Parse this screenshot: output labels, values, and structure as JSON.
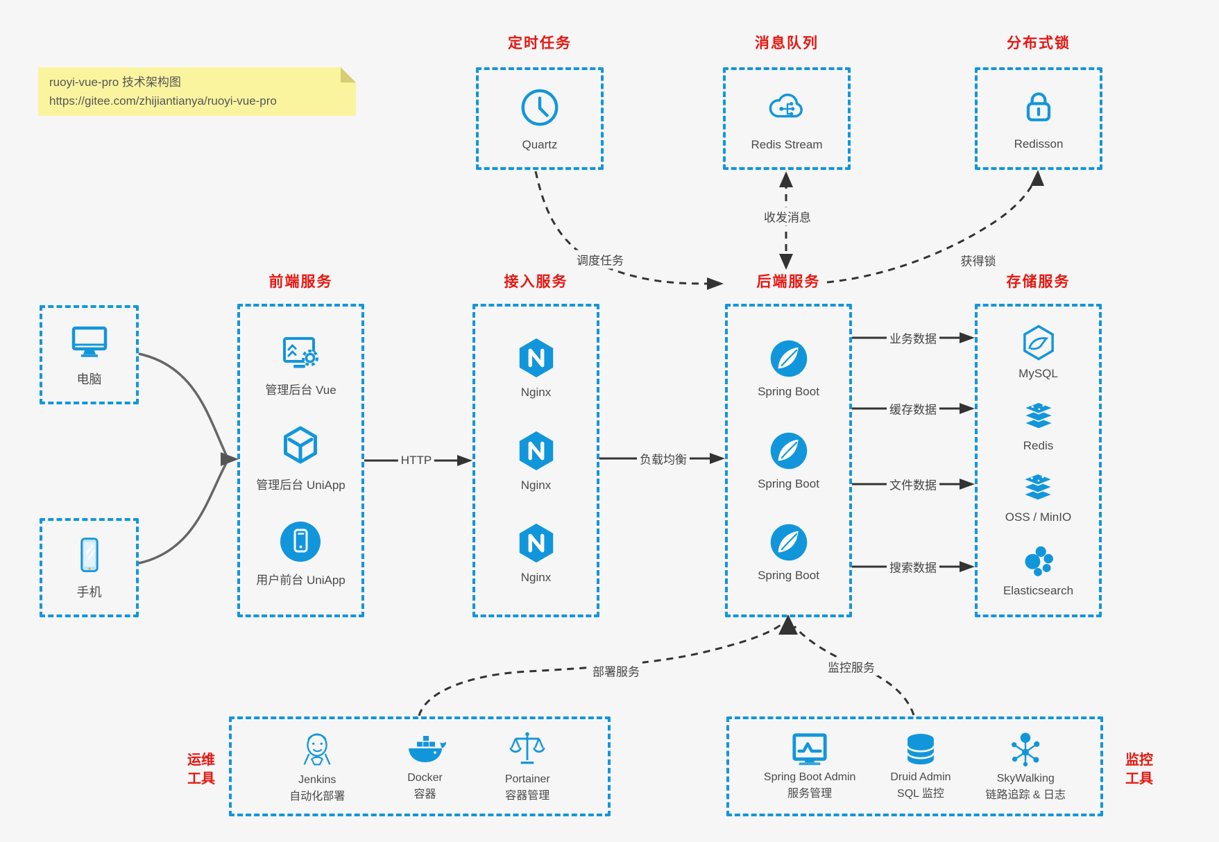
{
  "colors": {
    "accent": "#1296db",
    "title_red": "#e8160f",
    "arrow_dark": "#333333",
    "client_arrow_gray": "#666666",
    "background": "#f6f6f7",
    "note_bg": "#fbf49f"
  },
  "note": {
    "line1": "ruoyi-vue-pro 技术架构图",
    "line2": "https://gitee.com/zhijiantianya/ruoyi-vue-pro"
  },
  "top_groups": [
    {
      "title": "定时任务",
      "item": {
        "icon": "clock-icon",
        "label": "Quartz"
      }
    },
    {
      "title": "消息队列",
      "item": {
        "icon": "cloud-stream-icon",
        "label": "Redis Stream"
      }
    },
    {
      "title": "分布式锁",
      "item": {
        "icon": "lock-icon",
        "label": "Redisson"
      }
    }
  ],
  "clients": [
    {
      "icon": "desktop-icon",
      "label": "电脑"
    },
    {
      "icon": "mobile-icon",
      "label": "手机"
    }
  ],
  "columns": [
    {
      "title": "前端服务",
      "items": [
        {
          "icon": "admin-vue-icon",
          "label": "管理后台 Vue"
        },
        {
          "icon": "uniapp-cube-icon",
          "label": "管理后台 UniApp"
        },
        {
          "icon": "user-app-icon",
          "label": "用户前台 UniApp"
        }
      ]
    },
    {
      "title": "接入服务",
      "items": [
        {
          "icon": "nginx-icon",
          "label": "Nginx"
        },
        {
          "icon": "nginx-icon",
          "label": "Nginx"
        },
        {
          "icon": "nginx-icon",
          "label": "Nginx"
        }
      ]
    },
    {
      "title": "后端服务",
      "items": [
        {
          "icon": "spring-icon",
          "label": "Spring Boot"
        },
        {
          "icon": "spring-icon",
          "label": "Spring Boot"
        },
        {
          "icon": "spring-icon",
          "label": "Spring Boot"
        }
      ]
    },
    {
      "title": "存储服务",
      "items": [
        {
          "icon": "mysql-icon",
          "label": "MySQL"
        },
        {
          "icon": "redis-icon",
          "label": "Redis"
        },
        {
          "icon": "oss-icon",
          "label": "OSS / MinIO"
        },
        {
          "icon": "elasticsearch-icon",
          "label": "Elasticsearch"
        }
      ]
    }
  ],
  "bottom_groups": [
    {
      "title_line1": "运维",
      "title_line2": "工具",
      "items": [
        {
          "icon": "jenkins-icon",
          "name": "Jenkins",
          "desc": "自动化部署"
        },
        {
          "icon": "docker-icon",
          "name": "Docker",
          "desc": "容器"
        },
        {
          "icon": "portainer-icon",
          "name": "Portainer",
          "desc": "容器管理"
        }
      ]
    },
    {
      "title_line1": "监控",
      "title_line2": "工具",
      "items": [
        {
          "icon": "springboot-admin-icon",
          "name": "Spring Boot Admin",
          "desc": "服务管理"
        },
        {
          "icon": "druid-icon",
          "name": "Druid Admin",
          "desc": "SQL 监控"
        },
        {
          "icon": "skywalking-icon",
          "name": "SkyWalking",
          "desc": "链路追踪 & 日志"
        }
      ]
    }
  ],
  "edges": {
    "http": "HTTP",
    "load_balance": "负载均衡",
    "business_data": "业务数据",
    "cache_data": "缓存数据",
    "file_data": "文件数据",
    "search_data": "搜索数据",
    "schedule_task": "调度任务",
    "send_receive_message": "收发消息",
    "acquire_lock": "获得锁",
    "deploy_service": "部署服务",
    "monitor_service": "监控服务"
  }
}
